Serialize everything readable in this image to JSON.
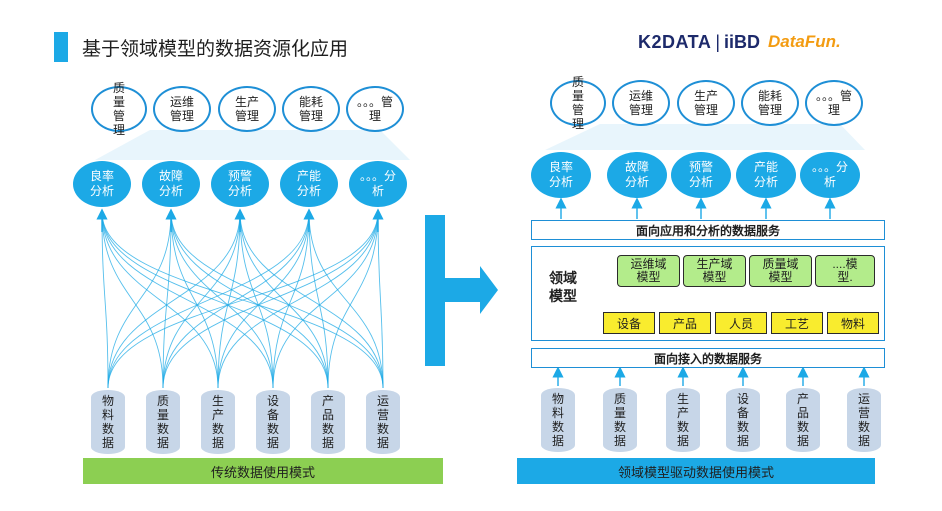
{
  "title": "基于领域模型的数据资源化应用",
  "logo": {
    "k2": "K2DATA",
    "sep": "|",
    "ibd": "iiBD",
    "df": "DataFun."
  },
  "left": {
    "top_ellipses": [
      "质量管理",
      "运维管理",
      "生产管理",
      "能耗管理",
      "。。。管理"
    ],
    "analysis": [
      "良率分析",
      "故障分析",
      "预警分析",
      "产能分析",
      "。。。分析"
    ],
    "sources": [
      "物料数据",
      "质量数据",
      "生产数据",
      "设备数据",
      "产品数据",
      "运营数据"
    ],
    "caption": "传统数据使用模式"
  },
  "right": {
    "top_ellipses": [
      "质量管理",
      "运维管理",
      "生产管理",
      "能耗管理",
      "。。。管理"
    ],
    "analysis": [
      "良率分析",
      "故障分析",
      "预警分析",
      "产能分析",
      "。。。分析"
    ],
    "service_top": "面向应用和分析的数据服务",
    "domain_label": "领域模型",
    "domain_models": [
      "运维域模型",
      "生产域模型",
      "质量域模型",
      "....模型."
    ],
    "entities": [
      "设备",
      "产品",
      "人员",
      "工艺",
      "物料"
    ],
    "service_bottom": "面向接入的数据服务",
    "sources": [
      "物料数据",
      "质量数据",
      "生产数据",
      "设备数据",
      "产品数据",
      "运营数据"
    ],
    "caption": "领域模型驱动数据使用模式"
  },
  "colors": {
    "accent": "#1ca9e6",
    "green": "#8ccf52",
    "model_green": "#b3ec8b",
    "entity_yellow": "#f9ec2e"
  }
}
